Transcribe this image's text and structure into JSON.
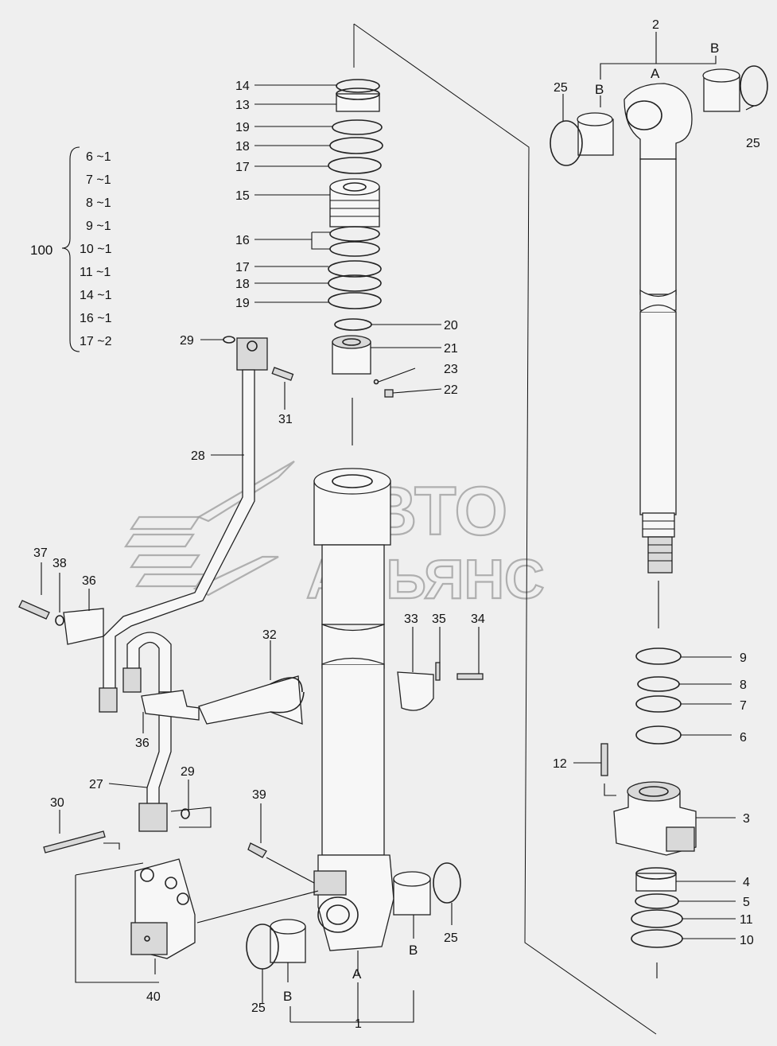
{
  "diagram": {
    "labels": {
      "p14": "14",
      "p13": "13",
      "p19a": "19",
      "p18a": "18",
      "p17a": "17",
      "p15": "15",
      "p16": "16",
      "p17b": "17",
      "p18b": "18",
      "p19b": "19",
      "p20": "20",
      "p21": "21",
      "p23": "23",
      "p22": "22",
      "p29a": "29",
      "p31": "31",
      "p28": "28",
      "p37": "37",
      "p38": "38",
      "p36a": "36",
      "p36b": "36",
      "p32": "32",
      "p33": "33",
      "p35": "35",
      "p34": "34",
      "p27": "27",
      "p29b": "29",
      "p30": "30",
      "p39": "39",
      "p40": "40",
      "p25a": "25",
      "p25b": "25",
      "p25c": "25",
      "p25d": "25",
      "p1": "1",
      "p2": "2",
      "p3": "3",
      "p4": "4",
      "p5": "5",
      "p6": "6",
      "p7": "7",
      "p8": "8",
      "p9": "9",
      "p10": "10",
      "p11": "11",
      "p12": "12",
      "A1": "A",
      "B1a": "B",
      "B1b": "B",
      "A2": "A",
      "B2a": "B",
      "B2b": "B"
    },
    "kit": {
      "label": "100",
      "items": [
        "6 ~1",
        "7 ~1",
        "8 ~1",
        "9 ~1",
        "10 ~1",
        "11 ~1",
        "14 ~1",
        "16 ~1",
        "17 ~2"
      ]
    },
    "watermark": {
      "line1": "АВТО",
      "line2": "АЛЬЯНС"
    }
  },
  "colors": {
    "background": "#efefef",
    "line": "#111111",
    "watermark": "#9a9a9a"
  }
}
